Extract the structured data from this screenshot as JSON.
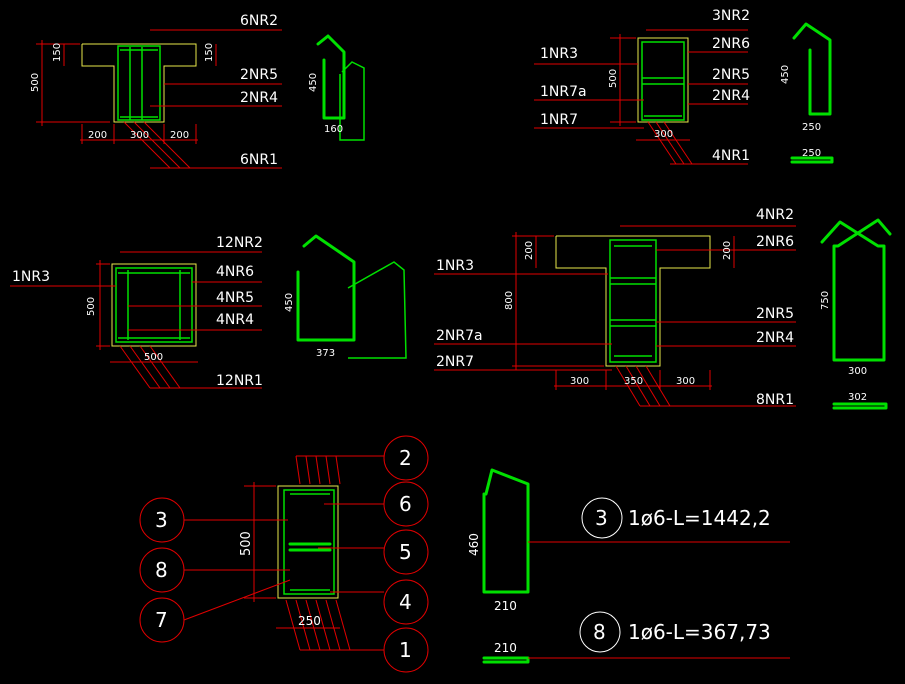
{
  "sec1": {
    "labels": [
      "6NR2",
      "2NR5",
      "2NR4",
      "6NR1"
    ],
    "dims": [
      "500",
      "150",
      "150",
      "200",
      "300",
      "200"
    ],
    "stirrup": [
      "450",
      "160"
    ]
  },
  "sec2": {
    "labels": [
      "3NR2",
      "1NR3",
      "2NR6",
      "2NR5",
      "1NR7a",
      "2NR4",
      "1NR7",
      "4NR1"
    ],
    "dims": [
      "500",
      "300"
    ],
    "stirrup": [
      "450",
      "250",
      "250"
    ]
  },
  "sec3": {
    "labels": [
      "12NR2",
      "1NR3",
      "4NR6",
      "4NR5",
      "4NR4",
      "12NR1"
    ],
    "dims": [
      "500",
      "500"
    ],
    "stirrup": [
      "450",
      "373"
    ]
  },
  "sec4": {
    "labels": [
      "4NR2",
      "2NR6",
      "1NR3",
      "2NR5",
      "2NR7a",
      "2NR4",
      "2NR7",
      "8NR1"
    ],
    "dims": [
      "200",
      "200",
      "800",
      "300",
      "350",
      "300"
    ],
    "stirrup": [
      "750",
      "300",
      "302"
    ]
  },
  "sec5": {
    "bubbles": [
      "2",
      "6",
      "5",
      "4",
      "1",
      "3",
      "8",
      "7"
    ],
    "dims": [
      "500",
      "250"
    ],
    "stirrup": [
      "460",
      "210",
      "210"
    ],
    "callout3_num": "3",
    "callout3_text": "1ø6-L=1442,2",
    "callout8_num": "8",
    "callout8_text": "1ø6-L=367,73"
  }
}
